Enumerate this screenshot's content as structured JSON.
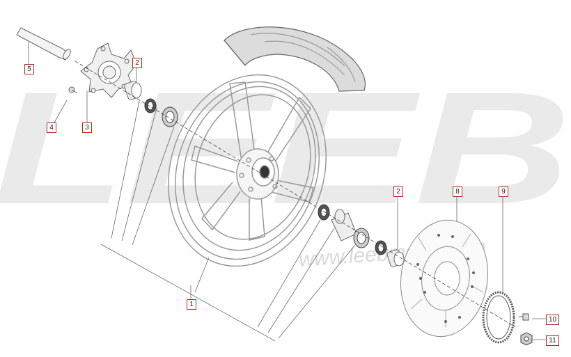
{
  "watermark": {
    "brand": "LEEB",
    "url": "www.leebmotor.com"
  },
  "callouts": [
    {
      "id": "c1",
      "number": "1"
    },
    {
      "id": "c2a",
      "number": "2"
    },
    {
      "id": "c2b",
      "number": "2"
    },
    {
      "id": "c3",
      "number": "3"
    },
    {
      "id": "c4",
      "number": "4"
    },
    {
      "id": "c5",
      "number": "5"
    },
    {
      "id": "c8",
      "number": "8"
    },
    {
      "id": "c9",
      "number": "9"
    },
    {
      "id": "c10",
      "number": "10"
    },
    {
      "id": "c11",
      "number": "11"
    }
  ],
  "colors": {
    "line": "#777777",
    "callout_border": "#c02222",
    "watermark": "#d9d9d9"
  }
}
